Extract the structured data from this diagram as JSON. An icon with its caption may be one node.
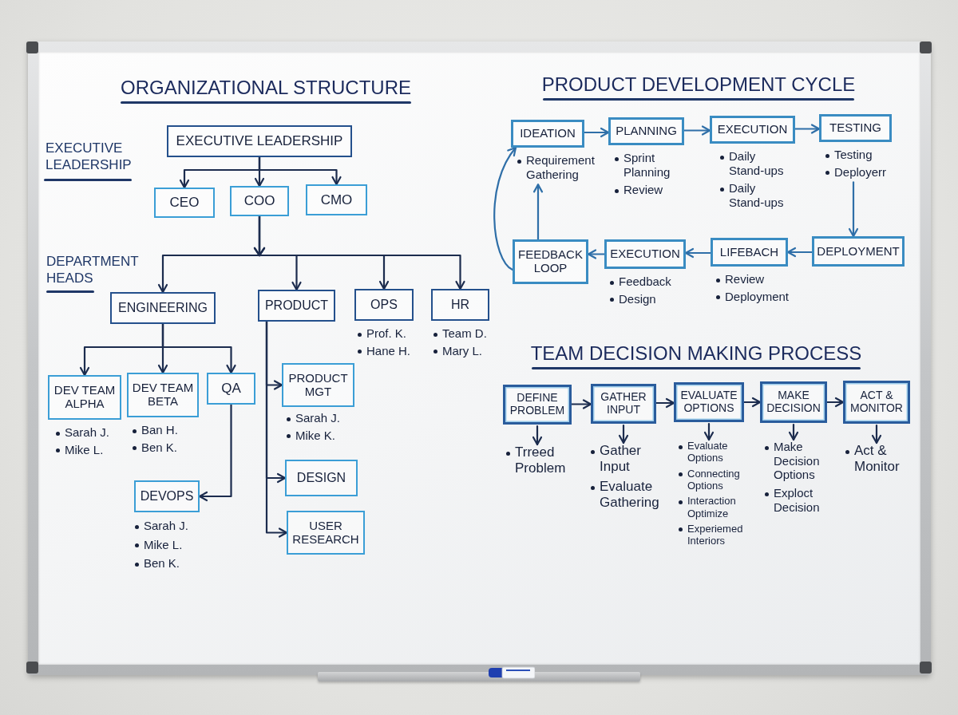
{
  "diagram": {
    "nodes": [
      {
        "text": [
          "EXECUTIVE LEADERSHIP"
        ]
      },
      {
        "text": [
          "CEO"
        ]
      },
      {
        "text": [
          "COO"
        ]
      },
      {
        "text": [
          "CMO"
        ]
      },
      {
        "text": [
          "ENGINEERING"
        ]
      },
      {
        "text": [
          "PRODUCT"
        ]
      },
      {
        "text": [
          "OPS"
        ]
      },
      {
        "text": [
          "HR"
        ]
      },
      {
        "text": [
          "DEV TEAM ALPHA"
        ]
      },
      {
        "text": [
          "DEV TEAM BETA"
        ]
      },
      {
        "text": [
          "QA"
        ]
      },
      {
        "text": [
          "DEVOPS"
        ]
      },
      {
        "text": [
          "PRODUCT MGT"
        ]
      },
      {
        "text": [
          "DESIGN"
        ]
      },
      {
        "text": [
          "USER RESEARCH"
        ]
      },
      {
        "text": [
          "IDEATION"
        ]
      },
      {
        "text": [
          "PLANNING"
        ]
      },
      {
        "text": [
          "EXECUTION"
        ]
      },
      {
        "text": [
          "TESTING"
        ]
      },
      {
        "text": [
          "DEPLOYMENT"
        ]
      },
      {
        "text": [
          "LIFEBACH"
        ]
      },
      {
        "text": [
          "EXECUTION"
        ]
      },
      {
        "text": [
          "FEEDBACK LOOP"
        ]
      },
      {
        "text": [
          "DEFINE PROBLEM"
        ]
      },
      {
        "text": [
          "GATHER INPUT"
        ]
      },
      {
        "text": [
          "EVALUATE OPTIONS"
        ]
      },
      {
        "text": [
          "MAKE DECISION"
        ]
      },
      {
        "text": [
          "ACT & MONITOR"
        ]
      },
      {
        "text": [
          "Trreed Problem"
        ]
      },
      {
        "text": [
          "Gather Input",
          "Evaluate Gathering"
        ]
      },
      {
        "text": [
          "Evaluate Options",
          "Connecting Options",
          "Interaction Optimize",
          "Experiemed Interiors"
        ]
      },
      {
        "text": [
          "Make Decision Options",
          "Exploct Decision"
        ]
      },
      {
        "text": [
          "Act & Monitor"
        ]
      },
      {
        "text": [
          "Requirement Gathering"
        ]
      },
      {
        "text": [
          "Sprint Planning",
          "Review"
        ]
      },
      {
        "text": [
          "Daily Stand-ups",
          "Daily Stand-ups"
        ]
      },
      {
        "text": [
          "Testing",
          "Deployerr"
        ]
      },
      {
        "text": [
          "Review",
          "Deployment"
        ]
      },
      {
        "text": [
          "Feedback",
          "Design"
        ]
      },
      {
        "text": [
          "Prof. K.",
          "Hane H."
        ]
      },
      {
        "text": [
          "Team D.",
          "Mary L."
        ]
      },
      {
        "text": [
          "Sarah J.",
          "Mike K."
        ]
      },
      {
        "text": [
          "Sarah J.",
          "Mike L."
        ]
      },
      {
        "text": [
          "Ban H.",
          "Ben K."
        ]
      },
      {
        "text": [
          "Sarah J.",
          "Mike L.",
          "Ben K."
        ]
      }
    ],
    "edges": [
      {
        "from": 0,
        "to": 1,
        "arrow": "to"
      },
      {
        "from": 0,
        "to": 2,
        "arrow": "to"
      },
      {
        "from": 0,
        "to": 3,
        "arrow": "to"
      },
      {
        "from": 2,
        "to": 4,
        "arrow": "to"
      },
      {
        "from": 2,
        "to": 5,
        "arrow": "to"
      },
      {
        "from": 2,
        "to": 6,
        "arrow": "to"
      },
      {
        "from": 2,
        "to": 7,
        "arrow": "to"
      },
      {
        "from": 4,
        "to": 8,
        "arrow": "to"
      },
      {
        "from": 4,
        "to": 9,
        "arrow": "to"
      },
      {
        "from": 4,
        "to": 10,
        "arrow": "to"
      },
      {
        "from": 10,
        "to": 11,
        "arrow": "to"
      },
      {
        "from": 5,
        "to": 12,
        "arrow": "to"
      },
      {
        "from": 5,
        "to": 13,
        "arrow": "to"
      },
      {
        "from": 5,
        "to": 14,
        "arrow": "to"
      },
      {
        "from": 15,
        "to": 16,
        "arrow": "to",
        "color": "#2f6fa8"
      },
      {
        "from": 16,
        "to": 17,
        "arrow": "to",
        "color": "#2f6fa8"
      },
      {
        "from": 17,
        "to": 18,
        "arrow": "to",
        "color": "#2f6fa8"
      },
      {
        "from": 36,
        "to": 19,
        "arrow": "to",
        "color": "#2f6fa8"
      },
      {
        "from": 19,
        "to": 20,
        "arrow": "to",
        "color": "#2f6fa8"
      },
      {
        "from": 20,
        "to": 21,
        "arrow": "to",
        "color": "#2f6fa8"
      },
      {
        "from": 21,
        "to": 22,
        "arrow": "to",
        "color": "#2f6fa8"
      },
      {
        "from": 22,
        "to": 33,
        "arrow": "to",
        "color": "#2f6fa8"
      },
      {
        "from": 22,
        "to": 15,
        "arrow": "to",
        "color": "#2f6fa8"
      },
      {
        "from": 23,
        "to": 24,
        "arrow": "to"
      },
      {
        "from": 24,
        "to": 25,
        "arrow": "to"
      },
      {
        "from": 25,
        "to": 26,
        "arrow": "to"
      },
      {
        "from": 26,
        "to": 27,
        "arrow": "to"
      },
      {
        "from": 23,
        "to": 28,
        "arrow": "to"
      },
      {
        "from": 24,
        "to": 29,
        "arrow": "to"
      },
      {
        "from": 25,
        "to": 30,
        "arrow": "to"
      },
      {
        "from": 26,
        "to": 31,
        "arrow": "to"
      },
      {
        "from": 27,
        "to": 32,
        "arrow": "to"
      }
    ],
    "labels": [
      "ORGANIZATIONAL STRUCTURE",
      "PRODUCT DEVELOPMENT CYCLE",
      "EXECUTIVE LEADERSHIP",
      "DEPARTMENT HEADS",
      "TEAM DECISION MAKING PROCESS"
    ]
  }
}
